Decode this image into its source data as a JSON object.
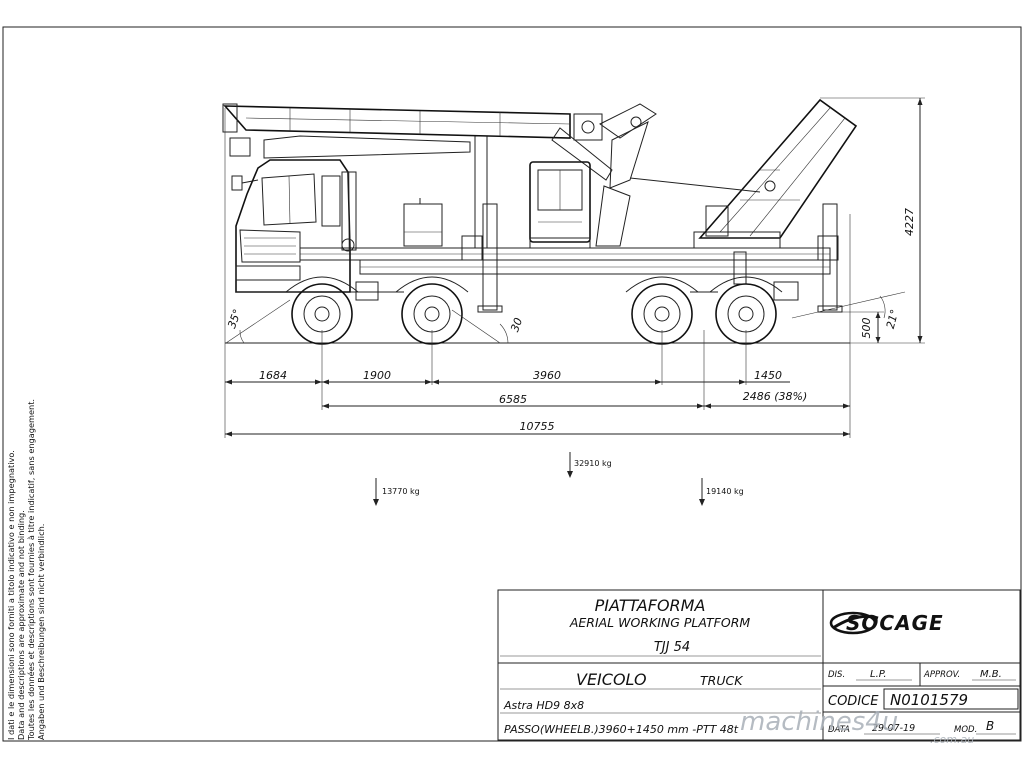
{
  "disclaimer": [
    "I dati e le dimensioni sono forniti a titolo indicativo e non impegnativo.",
    "Data and descriptions are approximate and not binding.",
    "Toutes les données et descriptions sont fournies à titre indicatif, sans engagement.",
    "Angaben und Beschreibungen sind nicht verbindlich."
  ],
  "dimensions": {
    "front_overhang": "1684",
    "axle_spacing_1": "1900",
    "wheelbase": "3960",
    "rear_axle_spacing": "1450",
    "base_length": "6585",
    "rear_overhang": "2486 (38%)",
    "total_length": "10755",
    "height": "4227",
    "ground_height": "500",
    "front_angle": "35°",
    "mid_angle": "30",
    "rear_angle": "21°"
  },
  "loads": {
    "total": "32910 kg",
    "front": "13770 kg",
    "rear": "19140 kg"
  },
  "title_block": {
    "title_it": "PIATTAFORMA",
    "title_en": "AERIAL WORKING PLATFORM",
    "model": "TJJ 54",
    "vehicle_it": "VEICOLO",
    "vehicle_en": "TRUCK",
    "vehicle_model": "Astra HD9 8x8",
    "wheelbase_spec": "PASSO(WHEELB.)3960+1450 mm -PTT 48t",
    "brand": "SOCAGE",
    "dis_label": "DIS.",
    "dis_value": "L.P.",
    "approv_label": "APPROV.",
    "approv_value": "M.B.",
    "codice_label": "CODICE",
    "codice_value": "N0101579",
    "data_label": "DATA",
    "data_value": "29-07-19",
    "mod_label": "MOD.",
    "mod_value": "B"
  },
  "watermark": {
    "main": "machines4u",
    "sub": ".com.au"
  }
}
